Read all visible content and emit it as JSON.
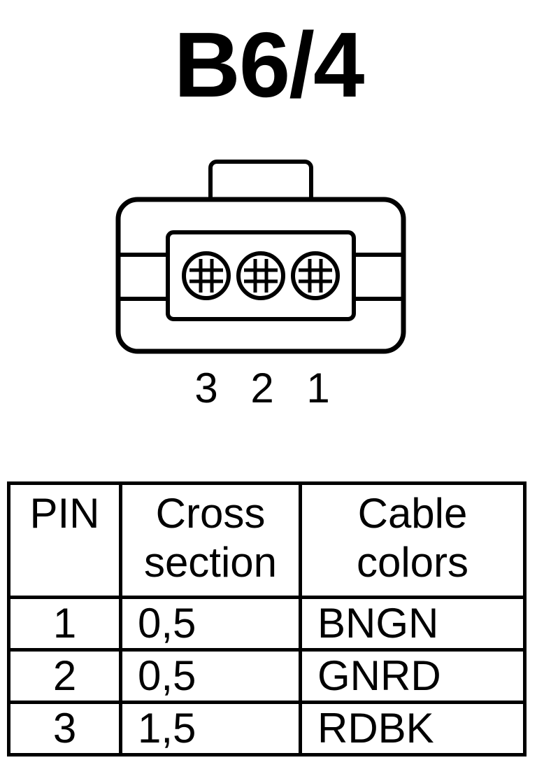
{
  "title": "B6/4",
  "connector": {
    "pin_labels": [
      "3",
      "2",
      "1"
    ]
  },
  "table": {
    "headers": {
      "pin": [
        "PIN"
      ],
      "cross_section": [
        "Cross",
        "section"
      ],
      "cable_colors": [
        "Cable",
        "colors"
      ]
    },
    "rows": [
      {
        "pin": "1",
        "cross_section": "0,5",
        "cable_color": "BNGN"
      },
      {
        "pin": "2",
        "cross_section": "0,5",
        "cable_color": "GNRD"
      },
      {
        "pin": "3",
        "cross_section": "1,5",
        "cable_color": "RDBK"
      }
    ]
  }
}
